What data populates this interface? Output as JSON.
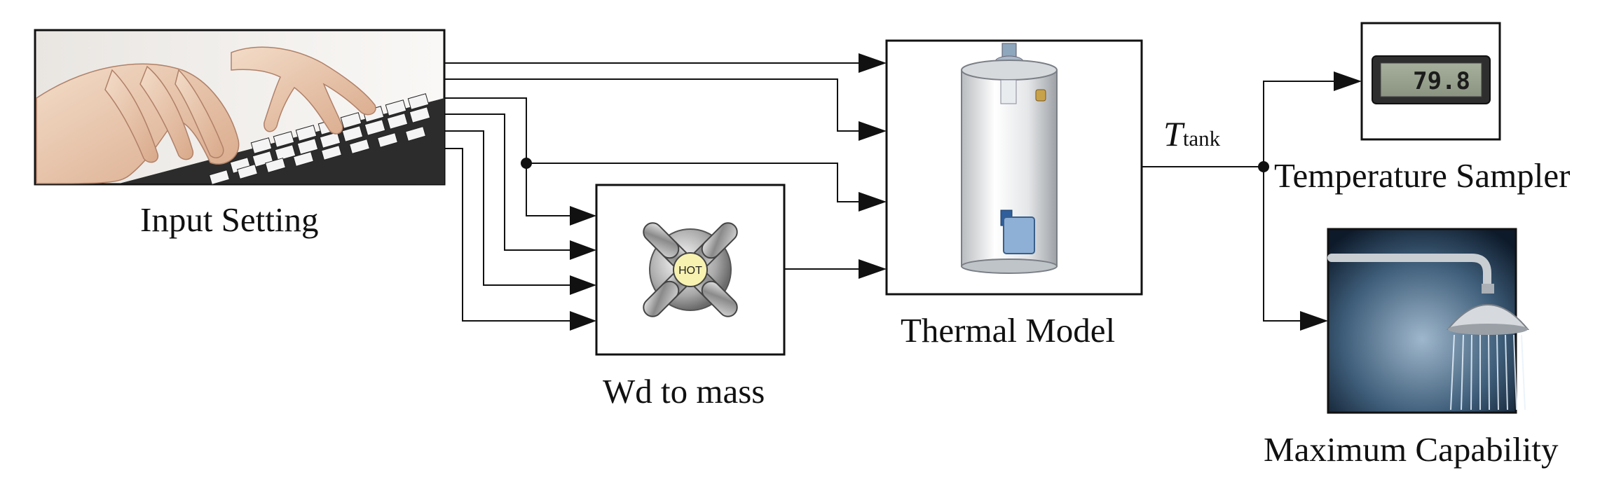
{
  "blocks": {
    "input_setting": {
      "label": "Input Setting"
    },
    "wd_to_mass": {
      "label": "Wd to mass",
      "badge": "HOT"
    },
    "thermal_model": {
      "label": "Thermal Model"
    },
    "temperature_sampler": {
      "label": "Temperature Sampler",
      "reading": "79.8"
    },
    "maximum_capability": {
      "label": "Maximum Capability"
    }
  },
  "signals": {
    "tank_temp": {
      "symbol": "T",
      "subscript": "tank"
    }
  }
}
